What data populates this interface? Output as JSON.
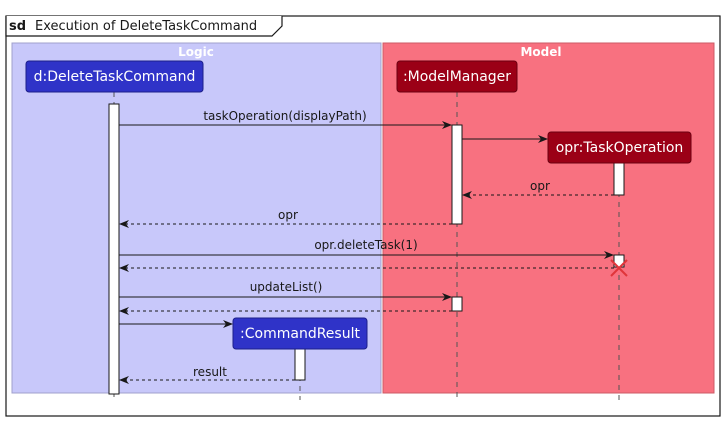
{
  "frame": {
    "keyword": "sd",
    "title": "Execution of DeleteTaskCommand"
  },
  "boxes": [
    {
      "id": "logic",
      "label": "Logic",
      "fill": "#c8c8fa",
      "stroke": "#a0a0cc"
    },
    {
      "id": "model",
      "label": "Model",
      "fill": "#f87180",
      "stroke": "#cc5a66"
    }
  ],
  "participants": [
    {
      "id": "cmd",
      "label": "d:DeleteTaskCommand",
      "fill": "#2f33c8"
    },
    {
      "id": "mm",
      "label": ":ModelManager",
      "fill": "#9b0016"
    },
    {
      "id": "opr",
      "label": "opr:TaskOperation",
      "fill": "#9b0016"
    },
    {
      "id": "res",
      "label": ":CommandResult",
      "fill": "#2f33c8"
    }
  ],
  "messages": [
    {
      "id": "m1",
      "label": "taskOperation(displayPath)",
      "style": "solid"
    },
    {
      "id": "m2",
      "label": "",
      "style": "solid"
    },
    {
      "id": "m3",
      "label": "opr",
      "style": "dashed"
    },
    {
      "id": "m4",
      "label": "opr",
      "style": "dashed"
    },
    {
      "id": "m5",
      "label": "opr.deleteTask(1)",
      "style": "solid"
    },
    {
      "id": "m6",
      "label": "",
      "style": "dashed"
    },
    {
      "id": "m7",
      "label": "updateList()",
      "style": "solid"
    },
    {
      "id": "m8",
      "label": "",
      "style": "dashed"
    },
    {
      "id": "m9",
      "label": "",
      "style": "solid"
    },
    {
      "id": "m10",
      "label": "result",
      "style": "dashed"
    }
  ],
  "colors": {
    "line": "#181818",
    "lifeline": "#555555",
    "destroy": "#e0353a",
    "box_title": "#ffffff"
  }
}
